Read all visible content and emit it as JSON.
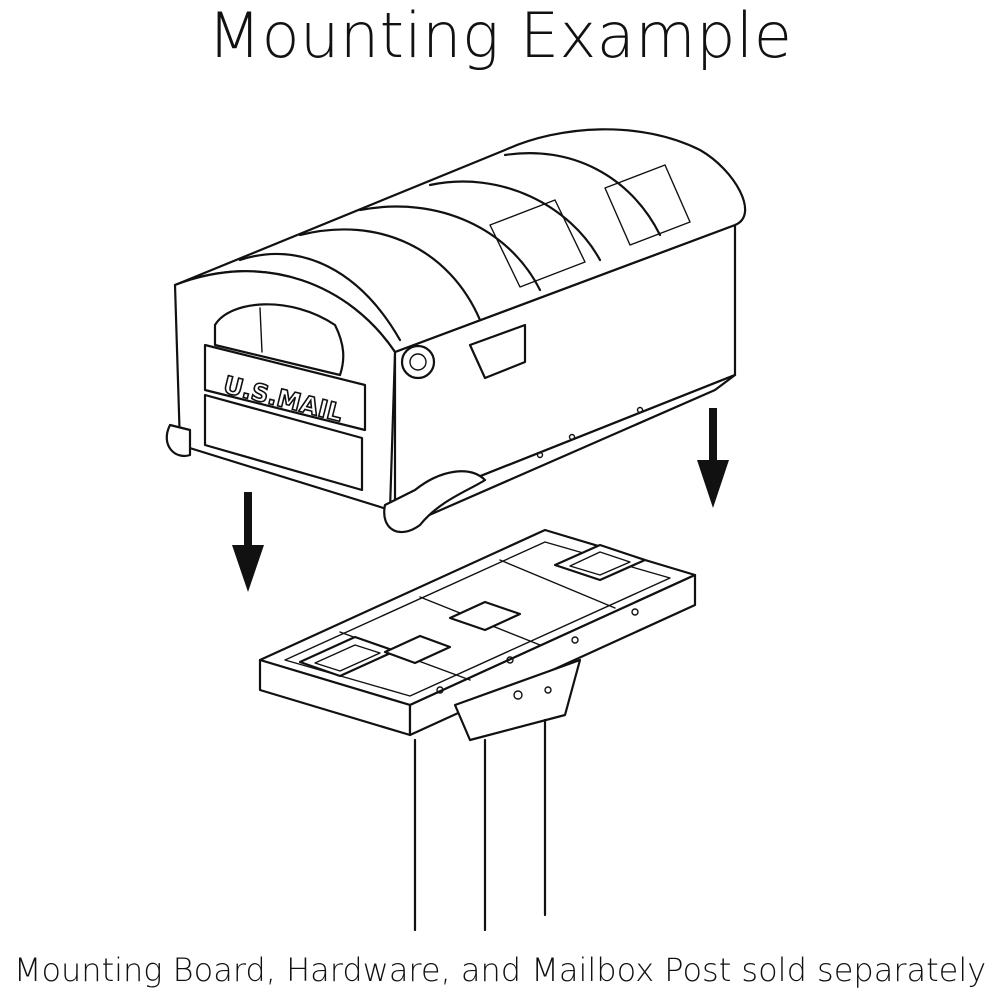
{
  "title": "Mounting Example",
  "caption": "Mounting Board, Hardware, and Mailbox Post sold separately",
  "mailbox_label": "U.S.MAIL"
}
